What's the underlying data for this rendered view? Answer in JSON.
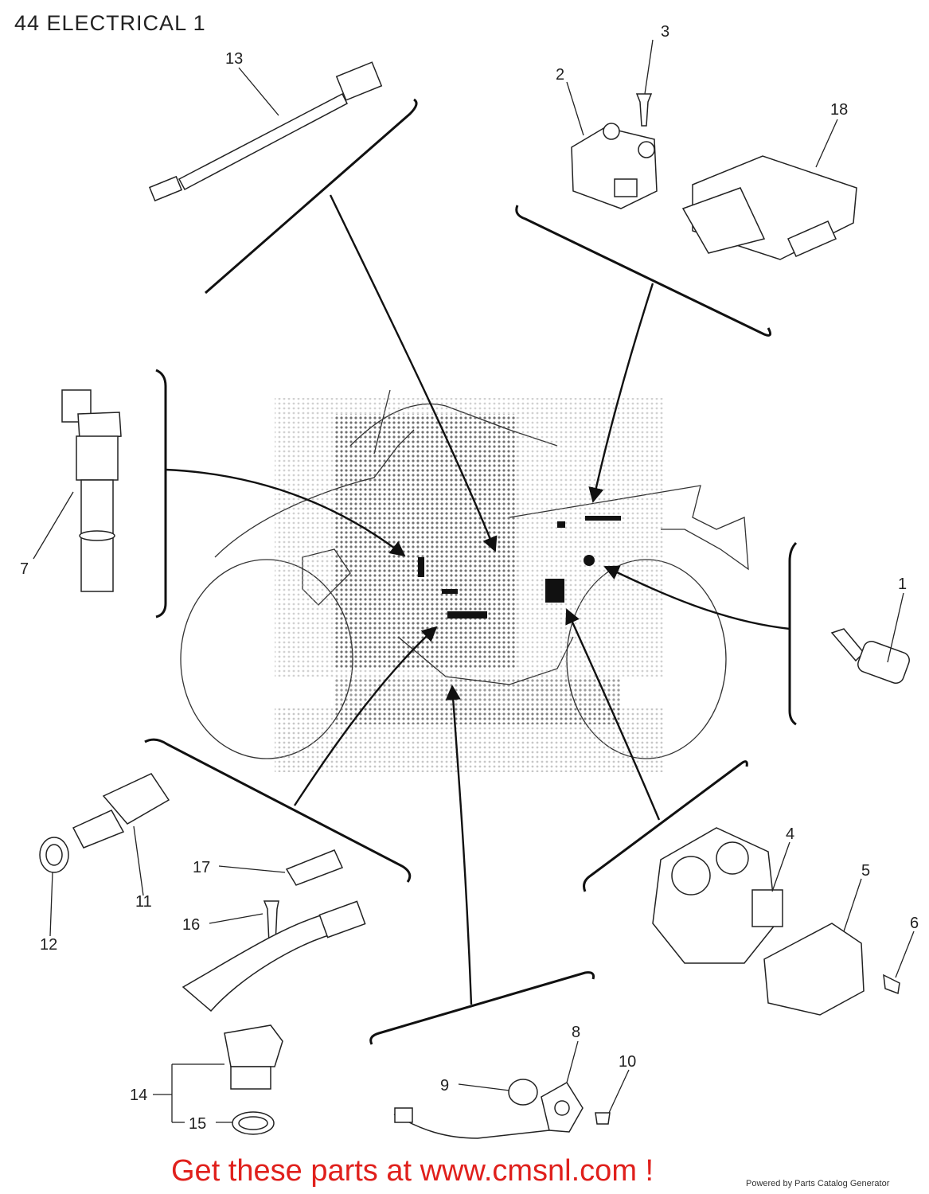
{
  "page": {
    "title": "44 ELECTRICAL 1",
    "banner": "Get these parts at www.cmsnl.com !",
    "credit": "Powered by Parts Catalog Generator"
  },
  "parts": [
    {
      "id": "13",
      "label": "13"
    },
    {
      "id": "3",
      "label": "3"
    },
    {
      "id": "2",
      "label": "2"
    },
    {
      "id": "18",
      "label": "18"
    },
    {
      "id": "7",
      "label": "7"
    },
    {
      "id": "1",
      "label": "1"
    },
    {
      "id": "4",
      "label": "4"
    },
    {
      "id": "5",
      "label": "5"
    },
    {
      "id": "6",
      "label": "6"
    },
    {
      "id": "17",
      "label": "17"
    },
    {
      "id": "11",
      "label": "11"
    },
    {
      "id": "12",
      "label": "12"
    },
    {
      "id": "16",
      "label": "16"
    },
    {
      "id": "14",
      "label": "14"
    },
    {
      "id": "15",
      "label": "15"
    },
    {
      "id": "8",
      "label": "8"
    },
    {
      "id": "9",
      "label": "9"
    },
    {
      "id": "10",
      "label": "10"
    }
  ]
}
